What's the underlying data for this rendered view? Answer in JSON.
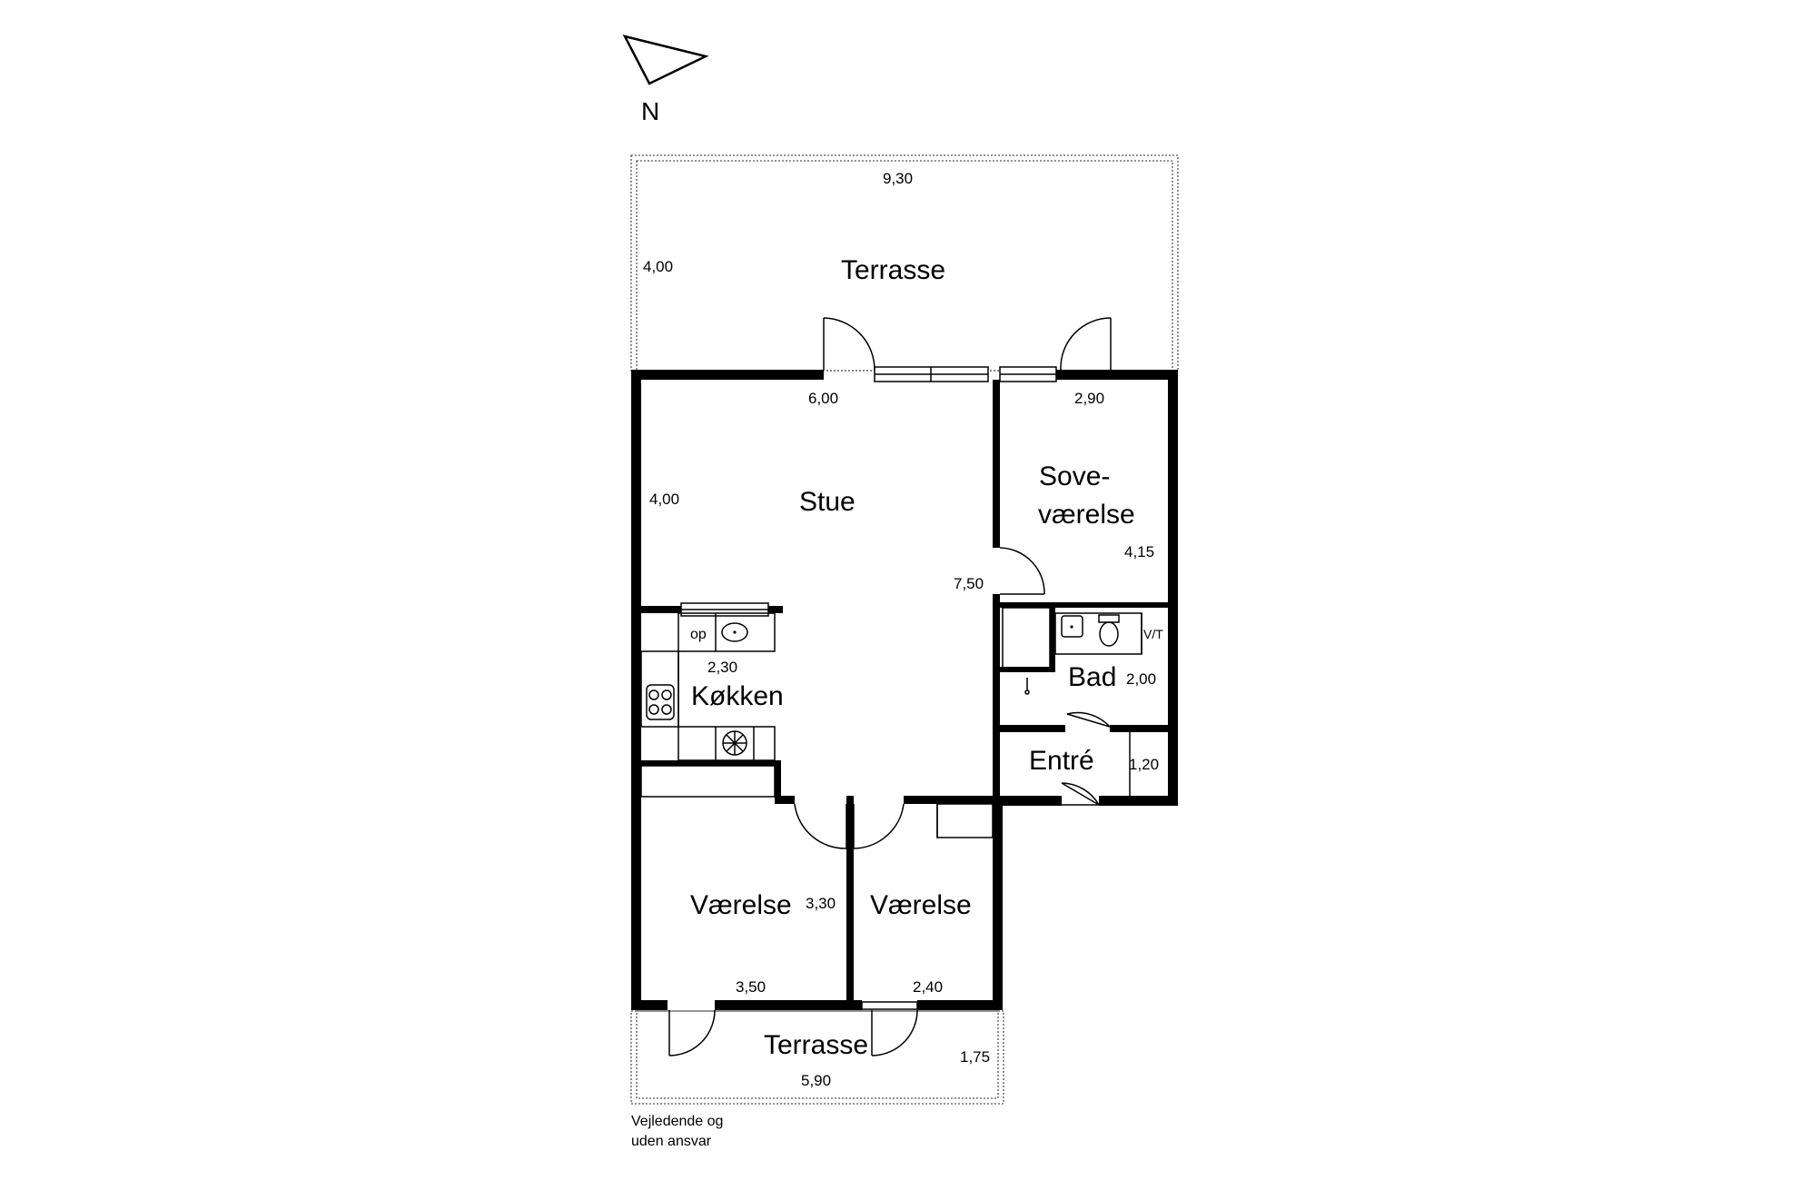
{
  "compass": {
    "label": "N"
  },
  "rooms": {
    "terrasse_top": "Terrasse",
    "stue": "Stue",
    "sove_line1": "Sove-",
    "sove_line2": "værelse",
    "koekken": "Køkken",
    "bad": "Bad",
    "entre": "Entré",
    "vaerelse_left": "Værelse",
    "vaerelse_right": "Værelse",
    "terrasse_bottom": "Terrasse"
  },
  "dimensions": {
    "terrasse_top_width": "9,30",
    "terrasse_top_depth": "4,00",
    "stue_width": "6,00",
    "stue_depth": "4,00",
    "stue_length": "7,50",
    "sove_width": "2,90",
    "sove_depth": "4,15",
    "koekken_width": "2,30",
    "bad_size": "2,00",
    "entre_size": "1,20",
    "vaerelse_left_width": "3,50",
    "vaerelse_left_depth": "3,30",
    "vaerelse_right_width": "2,40",
    "terrasse_bottom_width": "5,90",
    "terrasse_bottom_depth": "1,75"
  },
  "fixtures": {
    "op": "op",
    "vt": "V/T"
  },
  "disclaimer": {
    "line1": "Vejledende og",
    "line2": "uden ansvar"
  }
}
